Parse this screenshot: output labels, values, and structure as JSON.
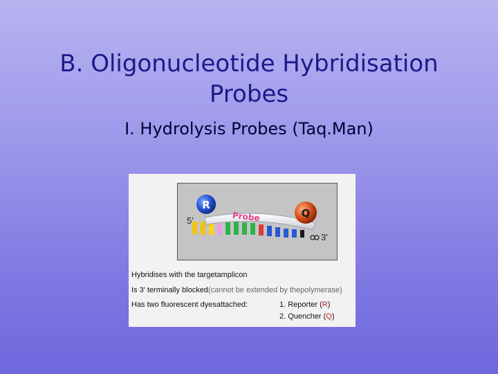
{
  "slide": {
    "title_line1": "B. Oligonucleotide Hybridisation",
    "title_line2": "Probes",
    "subtitle": "I. Hydrolysis Probes (Taq.Man)"
  },
  "figure": {
    "reporter_letter": "R",
    "quencher_letter": "Q",
    "probe_label": "Probe",
    "five_prime": "5'",
    "three_prime": "3'",
    "line1": "Hybridises with the targetamplicon",
    "line2_main": "Is 3' terminally blocked",
    "line2_note": "(cannot be extended by thepolymerase)",
    "line3": "Has two fluorescent dyesattached:",
    "list_item1_prefix": "1. Reporter (",
    "list_item1_letter": "R",
    "list_item1_suffix": ")",
    "list_item2_prefix": "2. Quencher (",
    "list_item2_letter": "Q",
    "list_item2_suffix": ")"
  },
  "colors": {
    "reporter": "#1f4fcf",
    "quencher": "#d44a14",
    "title": "#1a1a8a",
    "emphasis": "#cc2222"
  }
}
